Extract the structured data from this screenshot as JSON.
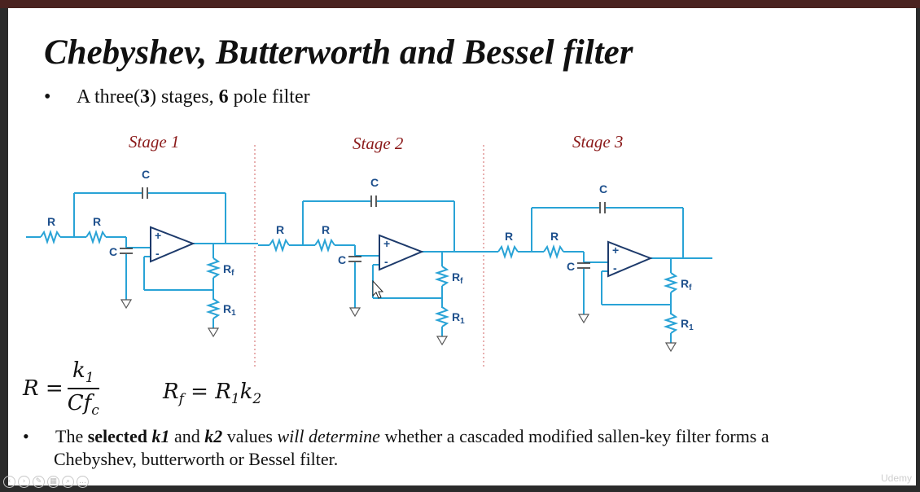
{
  "slide": {
    "title": "Chebyshev, Butterworth and Bessel filter",
    "bullet1": {
      "pre": "A three(",
      "b1": "3",
      "mid": ") stages, ",
      "b2": "6",
      "post": " pole filter"
    },
    "stages": [
      "Stage 1",
      "Stage 2",
      "Stage 3"
    ],
    "labels": {
      "r": "R",
      "c": "C",
      "rf": "R",
      "rf_sub": "f",
      "r1": "R",
      "r1_sub": "1",
      "plus": "+",
      "minus": "-"
    },
    "equation1": {
      "lhs": "R =",
      "num": "k",
      "num_sub": "1",
      "den": "Cf",
      "den_sub": "c"
    },
    "equation2": {
      "lhs": "R",
      "lhs_sub": "f",
      "eq": " = R",
      "r_sub": "1",
      "k": "k",
      "k_sub": "2"
    },
    "bullet2": {
      "t1": "The ",
      "b1": "selected ",
      "bi1": "k1",
      "t2": " and ",
      "bi2": "k2",
      "t3": " values ",
      "i1": "will determine",
      "t4": " whether a cascaded modified sallen-key filter forms a",
      "line2": "Chebyshev, butterworth or Bessel filter."
    },
    "bullet_symbol": "•"
  },
  "watermark": "Udemy",
  "colors": {
    "wire": "#29a3d6",
    "opamp": "#1d3a6b",
    "stage": "#8b1a1a"
  }
}
